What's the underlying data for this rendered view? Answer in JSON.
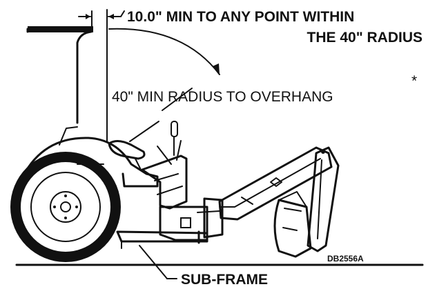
{
  "labels": {
    "clearance_line1": "10.0\" MIN TO ANY POINT WITHIN",
    "clearance_line2": "THE 40\" RADIUS",
    "radius": "40\" MIN RADIUS TO OVERHANG",
    "asterisk": "*",
    "subframe": "SUB-FRAME",
    "drawing_id": "DB2556A"
  }
}
